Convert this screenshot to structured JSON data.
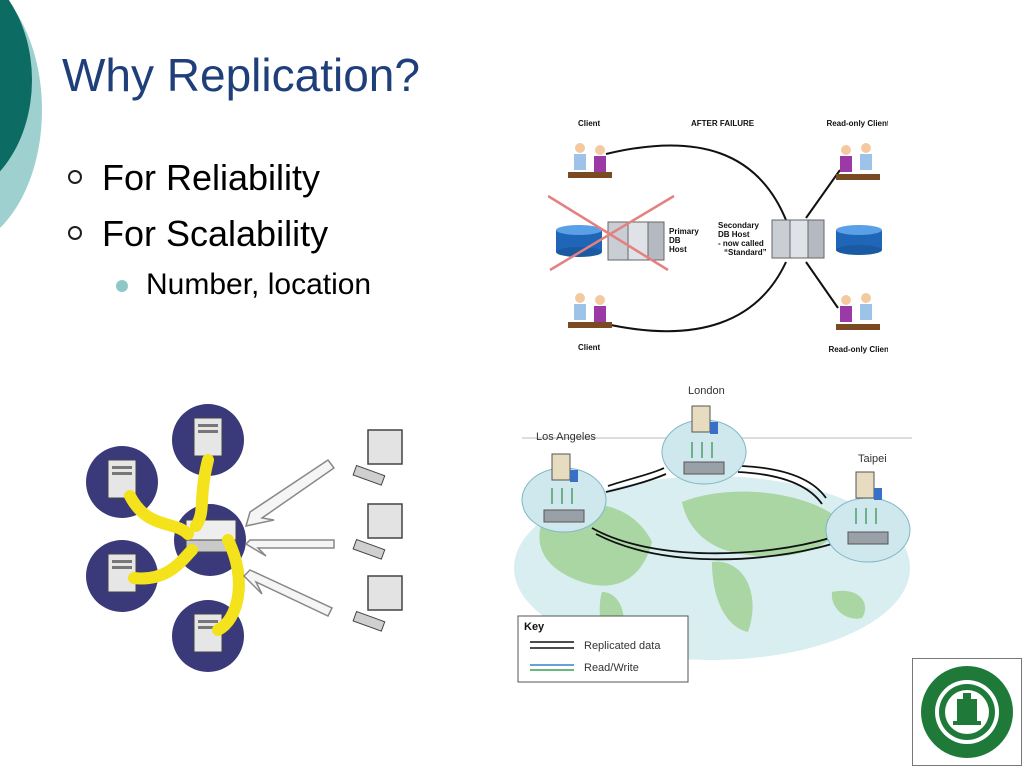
{
  "slide": {
    "title": "Why Replication?",
    "bullets": [
      {
        "text": "For Reliability"
      },
      {
        "text": "For Scalability",
        "sub": [
          {
            "text": "Number, location"
          }
        ]
      }
    ]
  },
  "failure_diagram": {
    "label_client_top": "Client",
    "label_after_failure": "AFTER FAILURE",
    "label_readonly_top": "Read-only Client",
    "label_primary": [
      "Primary",
      "DB",
      "Host"
    ],
    "label_secondary": [
      "Secondary",
      "DB Host",
      "- now called",
      "“Standard”"
    ],
    "label_client_bottom": "Client",
    "label_readonly_bottom": "Read-only Client"
  },
  "map_diagram": {
    "city_london": "London",
    "city_los_angeles": "Los Angeles",
    "city_taipei": "Taipei",
    "key_title": "Key",
    "key_replicated": "Replicated data",
    "key_readwrite": "Read/Write"
  },
  "logo": {
    "alt": "Sun Yat-sen University seal"
  },
  "colors": {
    "title": "#1f3f7a",
    "accent_teal": "#0c6b62",
    "accent_light_teal": "#9fd0d0",
    "university_green": "#1f7a3a"
  }
}
